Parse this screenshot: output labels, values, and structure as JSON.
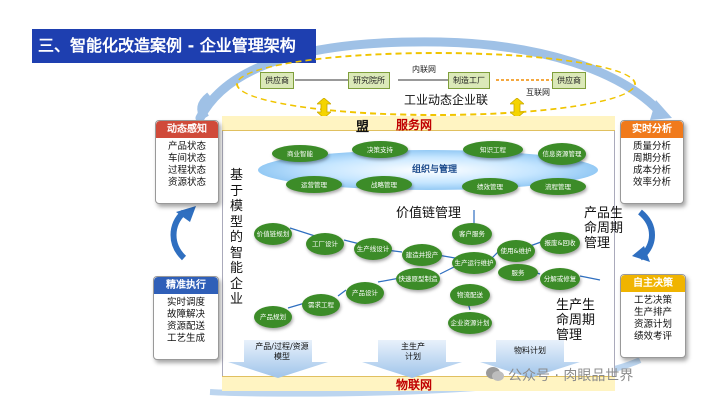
{
  "title": "三、智能化改造案例 - 企业管理架构",
  "intranet": {
    "label": "内联网",
    "supplier_left": "供应商",
    "research": "研究院所",
    "factory": "制造工厂",
    "supplier_right": "供应商",
    "internet": "互联网",
    "dynamic_alliance": "工业动态企业联",
    "meng": "盟"
  },
  "service_net": "服务网",
  "iot_net": "物联网",
  "disc": {
    "center_label": "组织与管理",
    "items": [
      "商业智能",
      "决策支持",
      "知识工程",
      "信息资源管理",
      "运营管理",
      "战略管理",
      "绩效管理",
      "流程管理"
    ]
  },
  "value_chain": "价值链管理",
  "product_lifecycle_top": "产品生命周期管理",
  "production_lifecycle": "生产生命周期管理",
  "model_enterprise": "基于模型的智能企业",
  "chain_nodes": [
    "产品规划",
    "需求工程",
    "产品设计",
    "价值链规划",
    "工厂设计",
    "生产线设计",
    "建造并投产",
    "快速原型制造",
    "物流配送",
    "企业资源计划",
    "客户服务",
    "生产运行维护",
    "使用&维护",
    "报废&回收",
    "服务",
    "分解或修复"
  ],
  "bottom": {
    "model": "产品/过程/资源模型",
    "plan": "主生产计划",
    "material": "物料计划"
  },
  "cards": {
    "sense": {
      "head": "动态感知",
      "items": [
        "产品状态",
        "车间状态",
        "过程状态",
        "资源状态"
      ]
    },
    "execute": {
      "head": "精准执行",
      "items": [
        "实时调度",
        "故障解决",
        "资源配送",
        "工艺生成"
      ]
    },
    "analysis": {
      "head": "实时分析",
      "items": [
        "质量分析",
        "周期分析",
        "成本分析",
        "效率分析"
      ]
    },
    "decision": {
      "head": "自主决策",
      "items": [
        "工艺决策",
        "生产排产",
        "资源计划",
        "绩效考评"
      ]
    }
  },
  "watermark": "公众号 · 肉眼品世界",
  "colors": {
    "title_bg": "#1e3fb0",
    "sense_head": "#d04a3a",
    "analysis_head": "#f07a1c",
    "execute_head": "#2f5fb8",
    "decision_head": "#f0b400",
    "net_text": "#c00000",
    "pill": "#3c8c28"
  }
}
